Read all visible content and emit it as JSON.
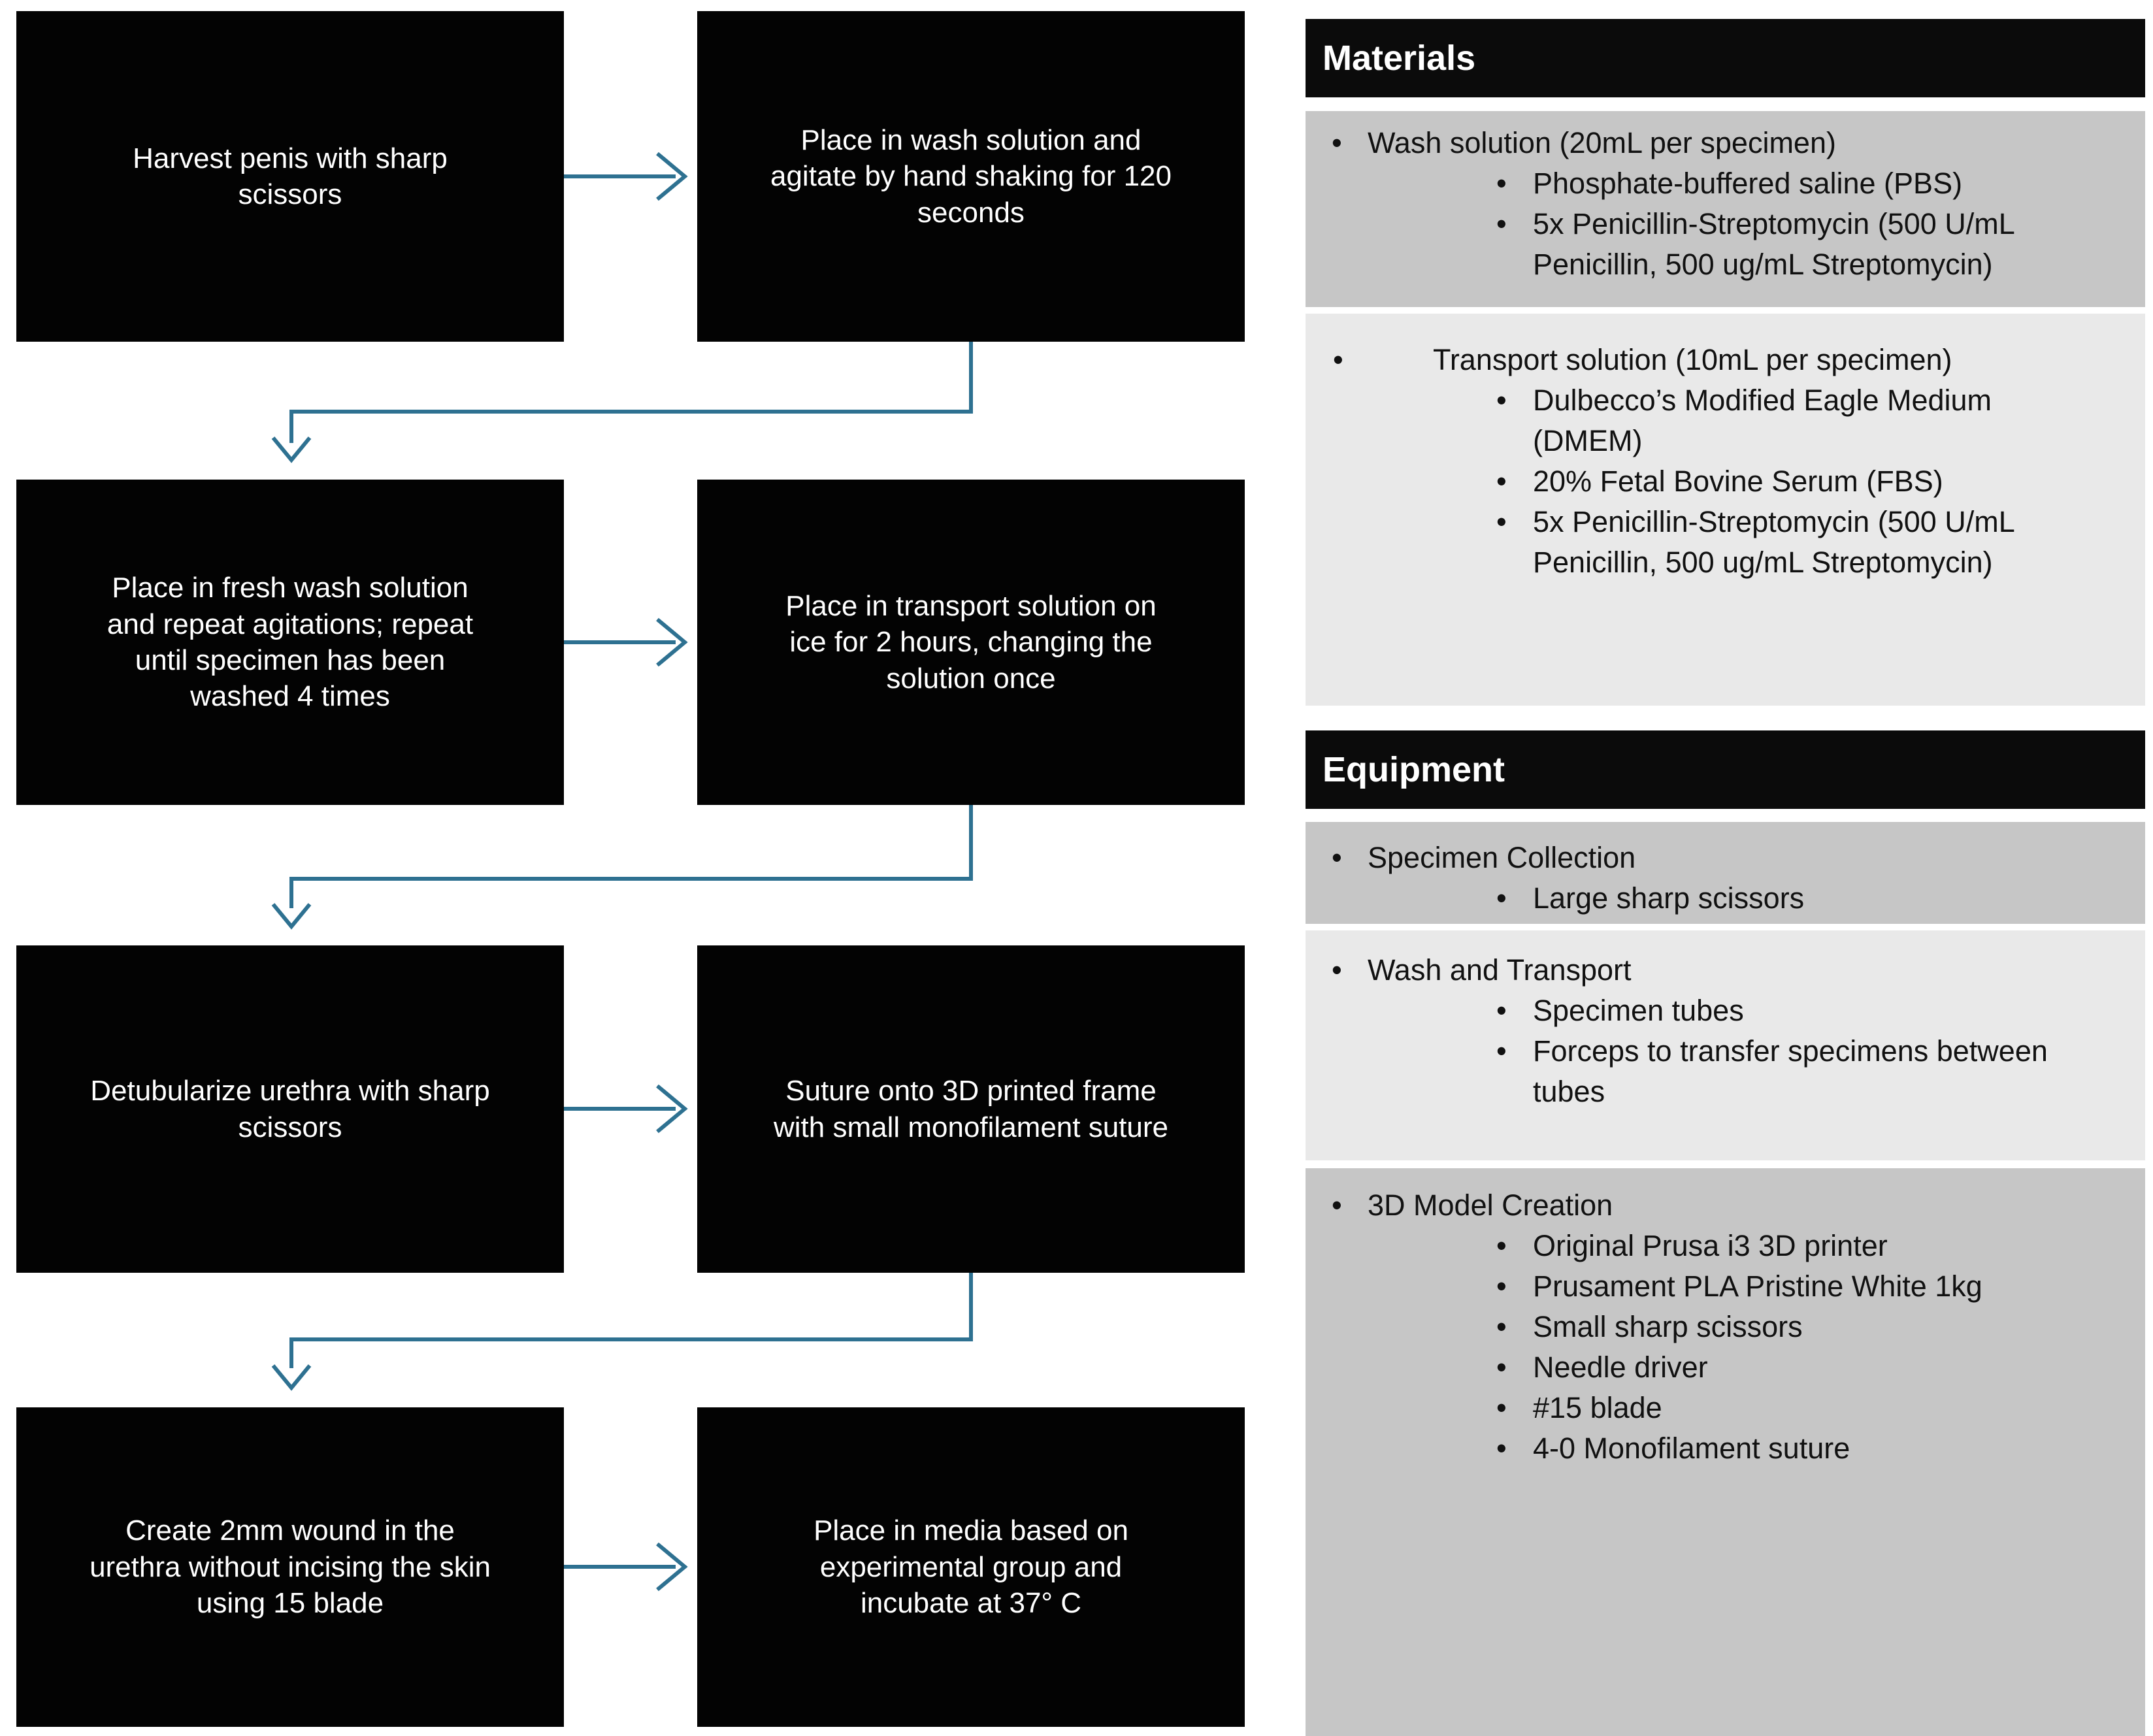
{
  "flow": {
    "steps": [
      "Harvest penis with sharp\nscissors",
      "Place in wash solution and\nagitate by hand shaking for 120\nseconds",
      "Place in fresh wash solution\nand repeat agitations; repeat\nuntil specimen has been\nwashed 4 times",
      "Place in transport solution on\nice for 2 hours, changing the\nsolution once",
      "Detubularize urethra with sharp\nscissors",
      "Suture onto 3D printed frame\nwith small monofilament suture",
      "Create 2mm wound in the\nurethra without incising the skin\nusing 15 blade",
      "Place in media based on\nexperimental group and\nincubate at 37° C"
    ]
  },
  "materials": {
    "title": "Materials",
    "sections": [
      {
        "item": "Wash solution (20mL per specimen)",
        "subitems": [
          "Phosphate-buffered saline (PBS)",
          "5x Penicillin-Streptomycin (500 U/mL\nPenicillin, 500 ug/mL Streptomycin)"
        ]
      },
      {
        "item": "Transport solution (10mL per specimen)",
        "subitems": [
          "Dulbecco’s Modified Eagle Medium\n(DMEM)",
          "20% Fetal Bovine Serum (FBS)",
          "5x Penicillin-Streptomycin (500 U/mL\nPenicillin, 500 ug/mL Streptomycin)"
        ]
      }
    ]
  },
  "equipment": {
    "title": "Equipment",
    "sections": [
      {
        "item": "Specimen Collection",
        "subitems": [
          "Large sharp scissors"
        ]
      },
      {
        "item": "Wash and Transport",
        "subitems": [
          "Specimen tubes",
          "Forceps to transfer specimens between\ntubes"
        ]
      },
      {
        "item": "3D Model Creation",
        "subitems": [
          "Original Prusa i3 3D printer",
          "Prusament PLA Pristine White 1kg",
          "Small sharp scissors",
          "Needle driver",
          "#15 blade",
          "4-0 Monofilament suture"
        ]
      }
    ]
  },
  "colors": {
    "arrow": "#2e7191",
    "box_bg": "#030303",
    "box_text": "#ffffff",
    "header_bg": "#0b0b0b",
    "header_text": "#ffffff",
    "panel_dark": "#c6c6c6",
    "panel_light": "#e9e9e9",
    "list_text": "#111111",
    "background": "#ffffff"
  }
}
